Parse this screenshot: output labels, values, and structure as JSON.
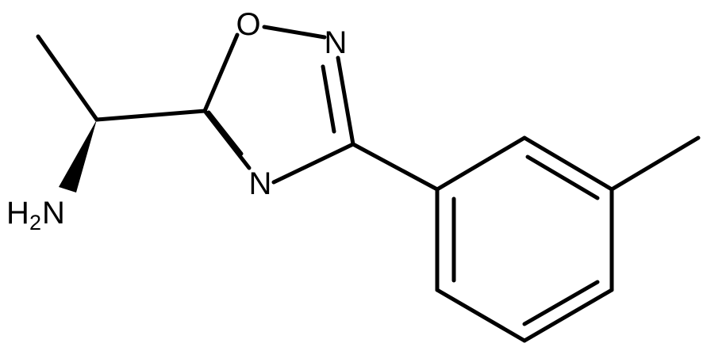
{
  "molecule": {
    "atoms": {
      "oxygen": "O",
      "nitrogen_top": "N",
      "nitrogen_bottom": "N",
      "amine_h": "H",
      "amine_h_count": "2",
      "amine_n": "N"
    },
    "colors": {
      "bond": "#000000",
      "text": "#000000",
      "background": "#ffffff"
    }
  }
}
